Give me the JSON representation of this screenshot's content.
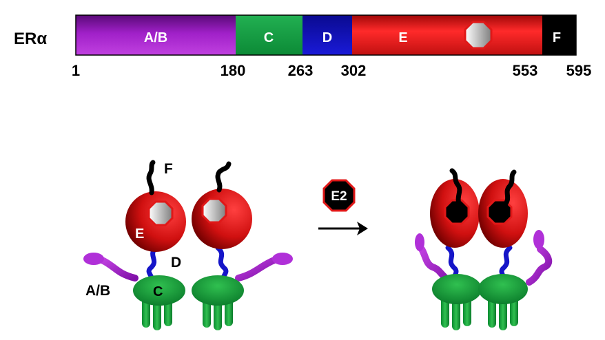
{
  "protein_name": "ERα",
  "domains": [
    {
      "label": "A/B",
      "start": 1,
      "end": 180,
      "color": "#a020c8"
    },
    {
      "label": "C",
      "start": 180,
      "end": 263,
      "color": "#1aa84a"
    },
    {
      "label": "D",
      "start": 263,
      "end": 302,
      "color": "#1010c0"
    },
    {
      "label": "E",
      "start": 302,
      "end": 553,
      "color": "#e01818"
    },
    {
      "label": "F",
      "start": 553,
      "end": 595,
      "color": "#000000"
    }
  ],
  "positions": [
    "1",
    "180",
    "263",
    "302",
    "553",
    "595"
  ],
  "cartoon_labels": {
    "f": "F",
    "e": "E",
    "d": "D",
    "ab": "A/B",
    "c": "C"
  },
  "ligand_label": "E2",
  "colors": {
    "ab": "#a020c8",
    "c": "#1aa84a",
    "d": "#1010c0",
    "e": "#e01818",
    "f": "#000000",
    "ligand_border": "#e01818"
  }
}
